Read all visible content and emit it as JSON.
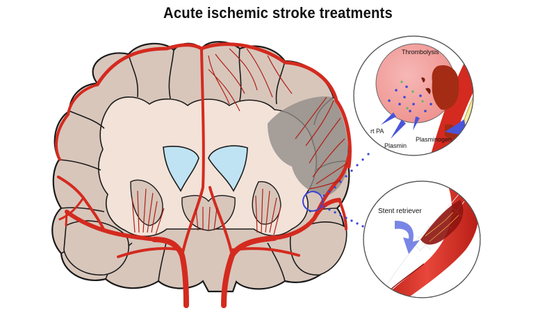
{
  "title": "Acute ischemic stroke treatments",
  "thrombolysis_panel": {
    "heading": "Thrombolysis",
    "labels": {
      "rtpa": "rt PA",
      "plasmin": "Plasmin",
      "plasminogen": "Plasminogen"
    }
  },
  "thrombectomy_panel": {
    "label": "Stent retriever"
  },
  "colors": {
    "vessel": "#d42a1f",
    "vessel_dark": "#8e1410",
    "brain_fill": "#d8c6bb",
    "white_matter": "#f2e2d8",
    "ventricle": "#bfe3f3",
    "infarct": "#8f8a86",
    "clot": "#a42c15",
    "plaque": "#f5eba0",
    "particles": "#3a46d6",
    "thrombolysis_bg": "#f2a9a9"
  }
}
